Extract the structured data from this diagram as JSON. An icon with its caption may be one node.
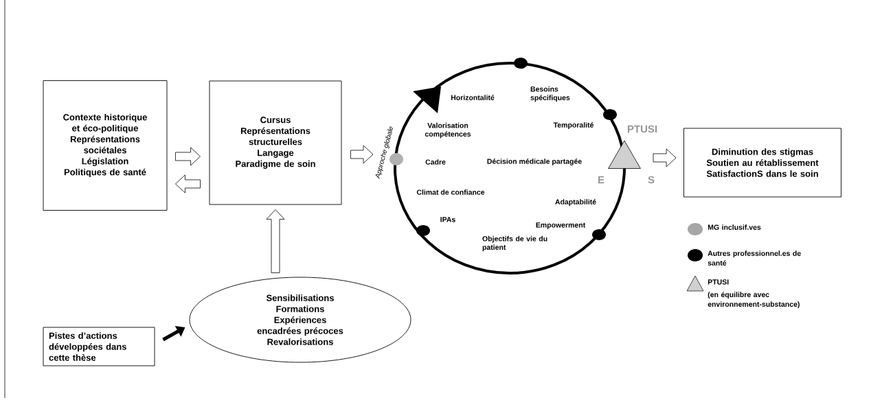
{
  "diagram": {
    "nodes": [
      {
        "text": [
          "Contexte historique et éco-politique",
          "Représentations sociétales",
          "Législation",
          "Politiques de santé"
        ]
      },
      {
        "text": [
          "Cursus",
          "Représentations structurelles",
          "Langage",
          "Paradigme de soin"
        ]
      },
      {
        "text": [
          "Horizontalité",
          "Besoins spécifiques",
          "Valorisation compétences",
          "Temporalité",
          "Cadre",
          "Décision médicale partagée",
          "Climat de confiance",
          "Adaptabilité",
          "IPAs",
          "Empowerment",
          "Objectifs de vie du patient"
        ],
        "beside": [
          "Approche globale"
        ]
      },
      {
        "text": [
          "PTUSI",
          "E",
          "S"
        ]
      },
      {
        "text": [
          "Diminution des stigmas",
          "Soutien au rétablissement",
          "SatisfactionS dans le soin"
        ]
      },
      {
        "text": [
          "Sensibilisations",
          "Formations",
          "Expériences encadrées précoces",
          "Revalorisations"
        ]
      },
      {
        "text": [
          "Pistes d’actions développées dans cette thèse"
        ]
      }
    ],
    "edges": [
      {
        "from": 0,
        "to": 1,
        "arrow": "to"
      },
      {
        "from": 1,
        "to": 0,
        "arrow": "to"
      },
      {
        "from": 5,
        "to": 1,
        "arrow": "to"
      },
      {
        "from": 1,
        "to": 2,
        "arrow": "to"
      },
      {
        "from": 2,
        "to": 4,
        "arrow": "to"
      },
      {
        "from": 6,
        "to": 5,
        "arrow": "to"
      }
    ],
    "labels": [
      "(en équilibre avec environnement-substance)"
    ],
    "legend": [
      {
        "text": "MG inclusif.ves",
        "color": "#a6a6a6"
      },
      {
        "text": "Autres professionnel.es de santé",
        "color": "#000000"
      },
      {
        "text": "PTUSI"
      }
    ]
  }
}
